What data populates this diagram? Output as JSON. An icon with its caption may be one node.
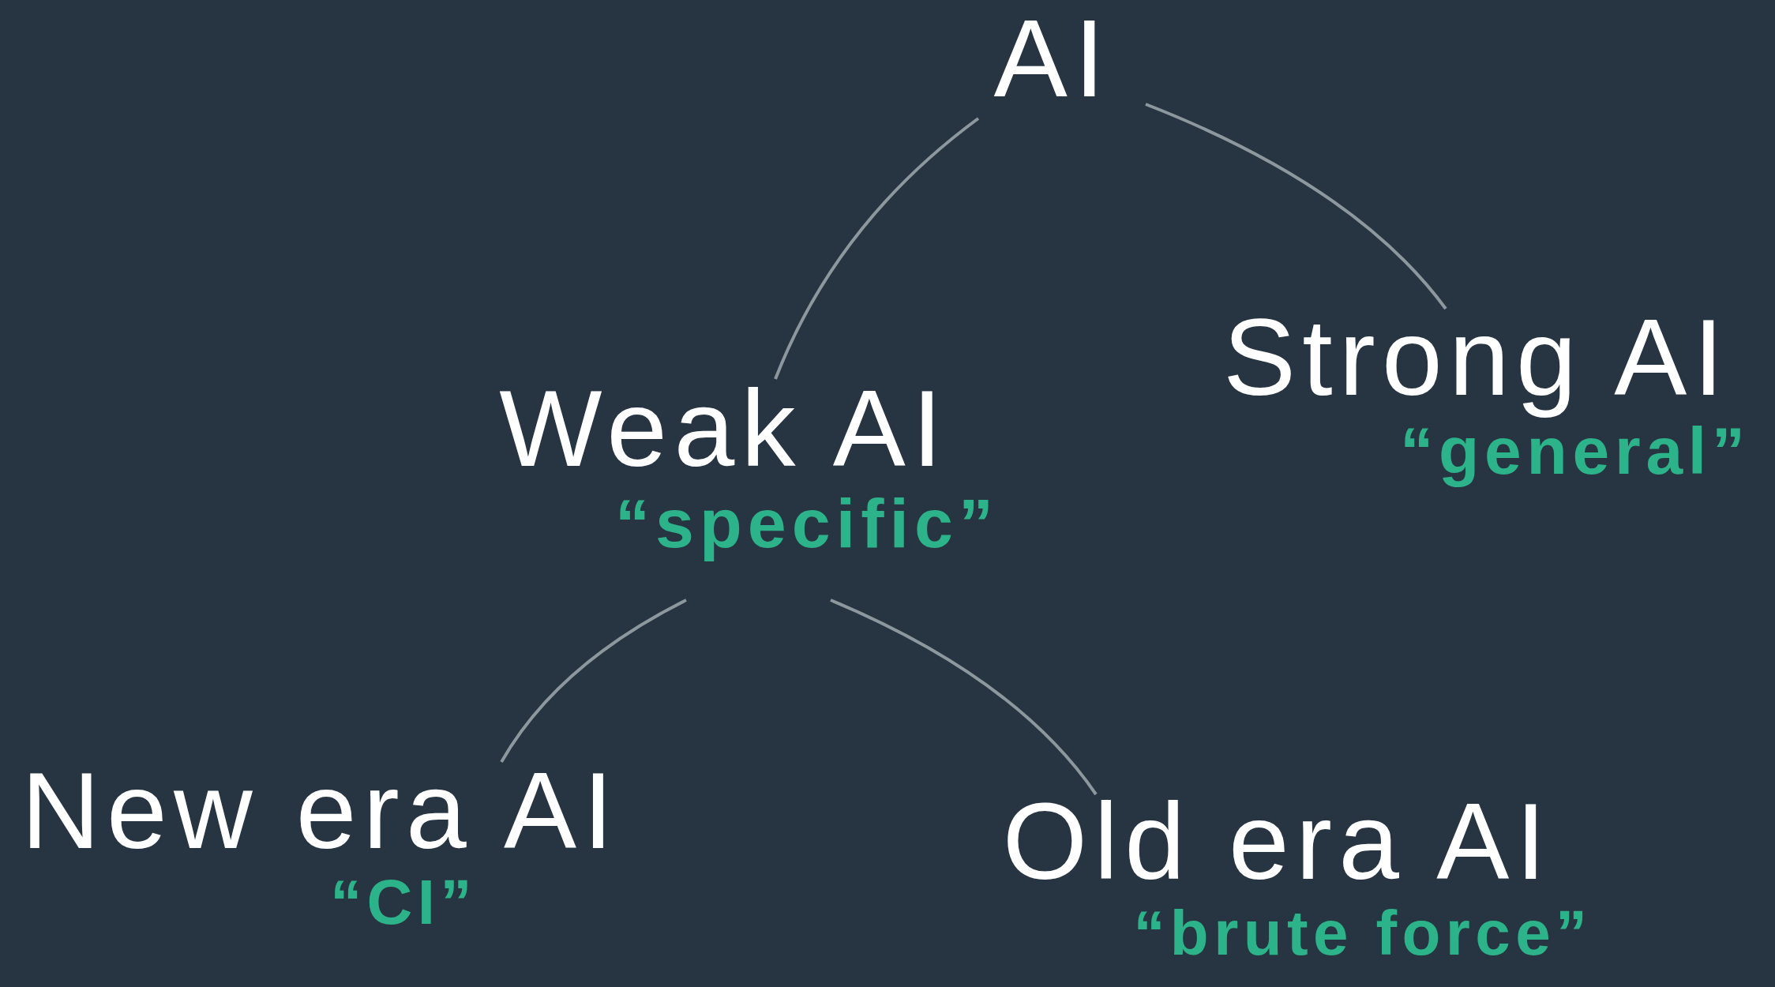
{
  "diagram": {
    "nodes": [
      {
        "text": [
          "AI"
        ]
      },
      {
        "text": [
          "Weak AI"
        ],
        "beside": [
          "“specific”"
        ]
      },
      {
        "text": [
          "Strong AI"
        ],
        "beside": [
          "“general”"
        ]
      },
      {
        "text": [
          "New era AI"
        ],
        "beside": [
          "“CI”"
        ]
      },
      {
        "text": [
          "Old era AI"
        ],
        "beside": [
          "“brute force”"
        ]
      }
    ],
    "edges": [
      {
        "from": 0,
        "to": 1,
        "arrow": "none"
      },
      {
        "from": 0,
        "to": 2,
        "arrow": "none"
      },
      {
        "from": 1,
        "to": 3,
        "arrow": "none"
      },
      {
        "from": 1,
        "to": 4,
        "arrow": "none"
      }
    ]
  }
}
